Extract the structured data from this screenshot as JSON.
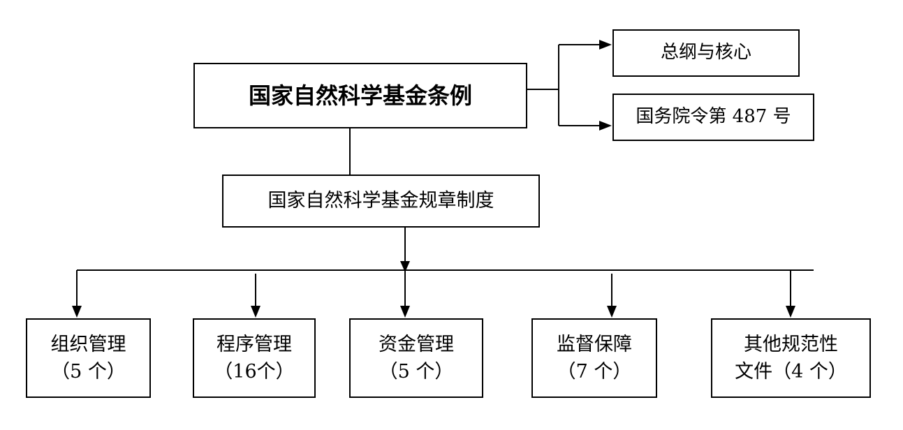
{
  "diagram": {
    "root": {
      "label": "国家自然科学基金条例"
    },
    "side_nodes": [
      {
        "label": "总纲与核心"
      },
      {
        "label": "国务院令第 487 号"
      }
    ],
    "middle": {
      "label": "国家自然科学基金规章制度"
    },
    "leaves": [
      {
        "line1": "组织管理",
        "line2": "（5 个）"
      },
      {
        "line1": "程序管理",
        "line2": "（16个）"
      },
      {
        "line1": "资金管理",
        "line2": "（5 个）"
      },
      {
        "line1": "监督保障",
        "line2": "（7 个）"
      },
      {
        "line1": "其他规范性",
        "line2": "文件（4 个）"
      }
    ],
    "colors": {
      "line": "#000000",
      "box_border": "#000000",
      "background": "#ffffff"
    }
  }
}
